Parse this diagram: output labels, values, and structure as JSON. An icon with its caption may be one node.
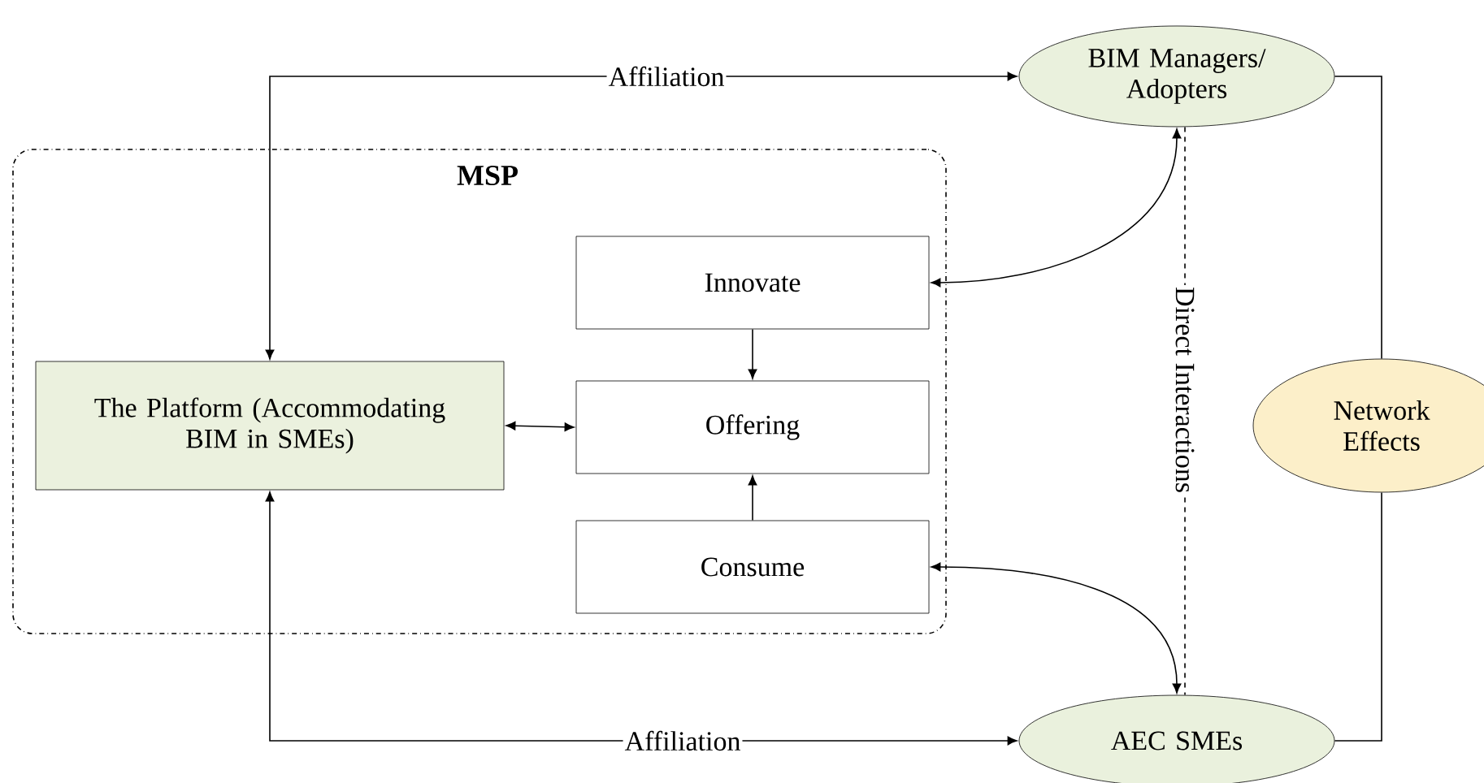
{
  "diagram": {
    "nodes": [
      {
        "text": [
          "MSP"
        ]
      },
      {
        "text": [
          "The Platform (Accommodating BIM in SMEs)"
        ],
        "in": 0
      },
      {
        "text": [
          "Innovate"
        ],
        "in": 0
      },
      {
        "text": [
          "Offering"
        ],
        "in": 0
      },
      {
        "text": [
          "Consume"
        ],
        "in": 0
      },
      {
        "text": [
          "BIM Managers/ Adopters"
        ]
      },
      {
        "text": [
          "Network Effects"
        ]
      },
      {
        "text": [
          "AEC SMEs"
        ]
      }
    ],
    "edges": [
      {
        "from": 1,
        "to": 5,
        "arrow": "both",
        "label": "Affiliation"
      },
      {
        "from": 1,
        "to": 7,
        "arrow": "both",
        "label": "Affiliation"
      },
      {
        "from": 5,
        "to": 2,
        "arrow": "both"
      },
      {
        "from": 4,
        "to": 7,
        "arrow": "both"
      },
      {
        "from": 2,
        "to": 3,
        "arrow": "to"
      },
      {
        "from": 4,
        "to": 3,
        "arrow": "to"
      },
      {
        "from": 1,
        "to": 3,
        "arrow": "both"
      },
      {
        "from": 5,
        "to": 7,
        "arrow": "none",
        "style": "dashed",
        "label": "Direct Interactions"
      },
      {
        "from": 5,
        "to": 6,
        "arrow": "none"
      },
      {
        "from": 6,
        "to": 7,
        "arrow": "none"
      }
    ]
  }
}
